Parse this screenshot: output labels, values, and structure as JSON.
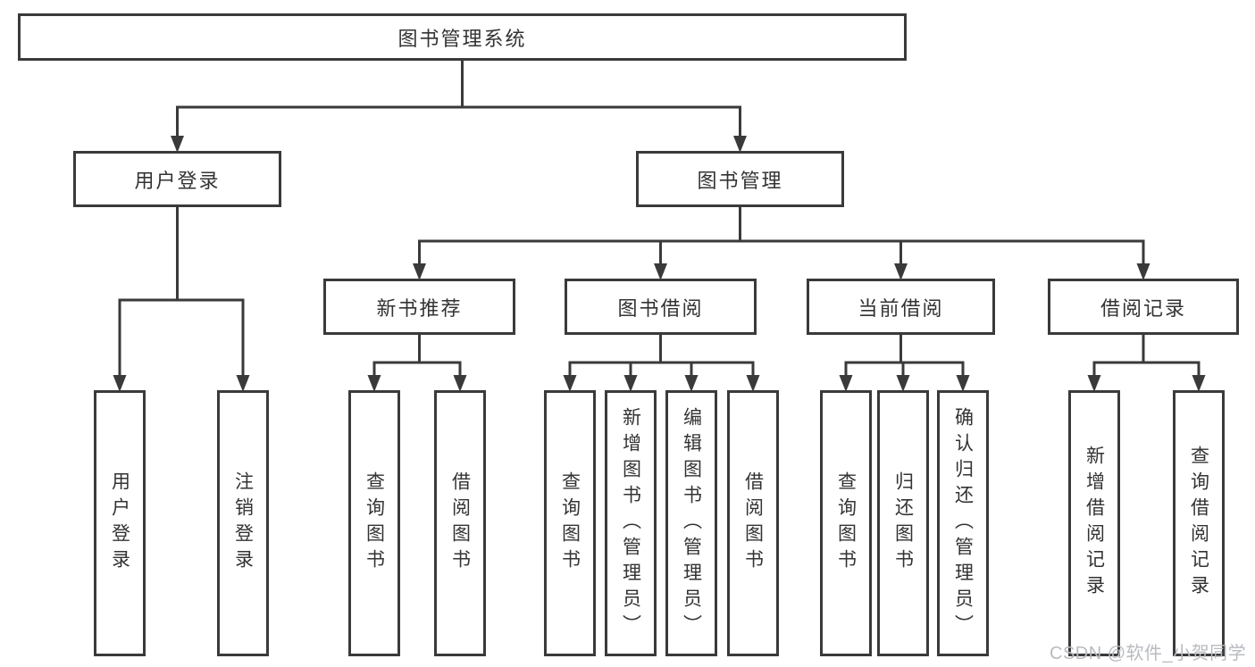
{
  "diagram_title": "图书管理系统",
  "colors": {
    "line": "#3a3a3a",
    "text": "#333333",
    "background": "#ffffff",
    "watermark": "#b8bbc0"
  },
  "nodes": {
    "root": {
      "label": "图书管理系统",
      "level": 1
    },
    "userLogin": {
      "label": "用户登录",
      "level": 2
    },
    "bookMgmt": {
      "label": "图书管理",
      "level": 2
    },
    "newBookRec": {
      "label": "新书推荐",
      "level": 3
    },
    "bookBorrow": {
      "label": "图书借阅",
      "level": 3
    },
    "currentBorrow": {
      "label": "当前借阅",
      "level": 3
    },
    "borrowRecords": {
      "label": "借阅记录",
      "level": 3
    },
    "leafUserLogin": {
      "label": "用户登录",
      "level": 4
    },
    "leafLogout": {
      "label": "注销登录",
      "level": 4
    },
    "leafQueryBooks1": {
      "label": "查询图书",
      "level": 4
    },
    "leafBorrowBooks1": {
      "label": "借阅图书",
      "level": 4
    },
    "leafQueryBooks2": {
      "label": "查询图书",
      "level": 4
    },
    "leafAddBook": {
      "label": "新增图书（管理员）",
      "level": 4
    },
    "leafEditBook": {
      "label": "编辑图书（管理员）",
      "level": 4
    },
    "leafBorrowBooks2": {
      "label": "借阅图书",
      "level": 4
    },
    "leafQueryBooks3": {
      "label": "查询图书",
      "level": 4
    },
    "leafReturnBook": {
      "label": "归还图书",
      "level": 4
    },
    "leafConfirmReturn": {
      "label": "确认归还（管理员）",
      "level": 4
    },
    "leafAddRecord": {
      "label": "新增借阅记录",
      "level": 4
    },
    "leafQueryRecord": {
      "label": "查询借阅记录",
      "level": 4
    }
  },
  "hierarchy": {
    "root": [
      "userLogin",
      "bookMgmt"
    ],
    "userLogin": [
      "leafUserLogin",
      "leafLogout"
    ],
    "bookMgmt": [
      "newBookRec",
      "bookBorrow",
      "currentBorrow",
      "borrowRecords"
    ],
    "newBookRec": [
      "leafQueryBooks1",
      "leafBorrowBooks1"
    ],
    "bookBorrow": [
      "leafQueryBooks2",
      "leafAddBook",
      "leafEditBook",
      "leafBorrowBooks2"
    ],
    "currentBorrow": [
      "leafQueryBooks3",
      "leafReturnBook",
      "leafConfirmReturn"
    ],
    "borrowRecords": [
      "leafAddRecord",
      "leafQueryRecord"
    ]
  },
  "watermark": {
    "text": "CSDN @软件_小贺同学"
  }
}
